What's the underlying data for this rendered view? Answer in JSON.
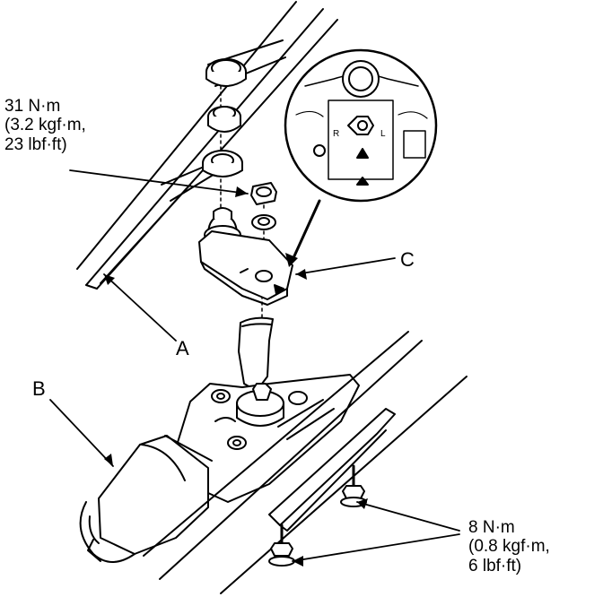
{
  "labels": {
    "torque_top": "31 N·m\n(3.2 kgf·m,\n23 lbf·ft)",
    "torque_bottom": "8 N·m\n(0.8 kgf·m,\n6 lbf·ft)",
    "a": "A",
    "b": "B",
    "c": "C"
  },
  "inset": {
    "mark_r": "R",
    "mark_l": "L"
  },
  "colors": {
    "line": "#000000",
    "fill": "#ffffff",
    "shade": "#d9d9d9"
  }
}
